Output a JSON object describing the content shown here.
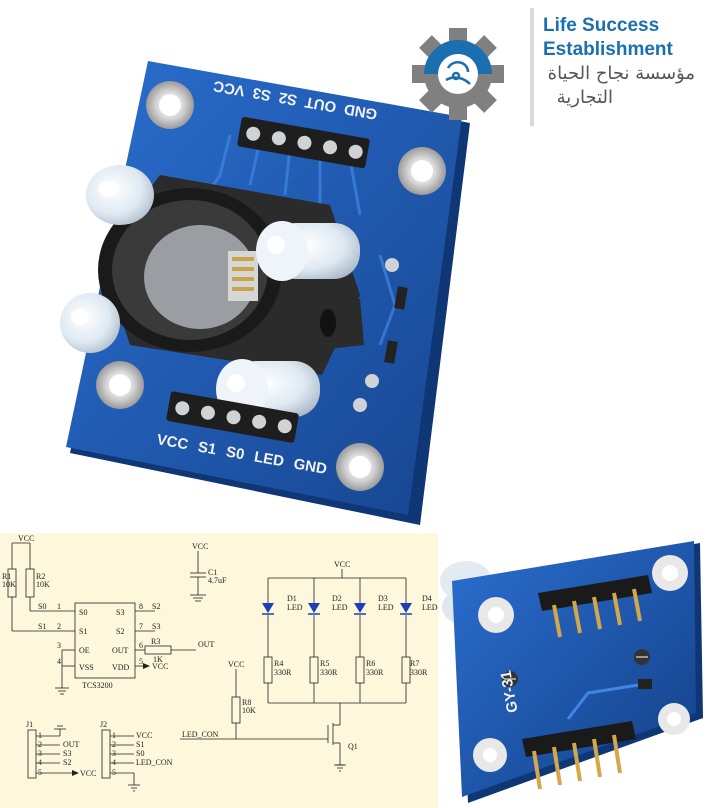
{
  "logo": {
    "line1": "Life Success",
    "line2": "Establishment",
    "arabic1": "مؤسسة نجاح الحياة",
    "arabic2": "التجارية",
    "gear_icon": "gear-icon",
    "colors": {
      "blue": "#1a6fb0",
      "gray": "#808080"
    }
  },
  "board_front": {
    "top_pins": [
      "GND",
      "OUT",
      "S2",
      "S3",
      "VCC"
    ],
    "bottom_pins": [
      "VCC",
      "S1",
      "S0",
      "LED",
      "GND"
    ],
    "colors": {
      "pcb": "#1d5cb4",
      "mount": "#2b2b2b"
    }
  },
  "board_back": {
    "marking": "GY-31"
  },
  "schematic": {
    "vcc": "VCC",
    "r1": "R1",
    "r1_val": "10K",
    "r2": "R2",
    "r2_val": "10K",
    "r3": "R3",
    "r3_val": "1K",
    "r4": "R4",
    "r4_val": "330R",
    "r5": "R5",
    "r5_val": "330R",
    "r6": "R6",
    "r6_val": "330R",
    "r7": "R7",
    "r7_val": "330R",
    "r8": "R8",
    "r8_val": "10K",
    "c1": "C1",
    "c1_val": "4.7uF",
    "ic": "TCS3200",
    "ic_pins_left": [
      "S0",
      "S1",
      "OE",
      "VSS"
    ],
    "ic_pins_right": [
      "S3",
      "S2",
      "OUT",
      "VDD"
    ],
    "ic_pin_nums_left": [
      "1",
      "2",
      "3",
      "4"
    ],
    "ic_pin_nums_right": [
      "8",
      "7",
      "6",
      "5"
    ],
    "net_s2": "S2",
    "net_s3": "S3",
    "net_out": "OUT",
    "net_s0": "S0",
    "net_s1": "S1",
    "leds": [
      "D1",
      "D2",
      "D3",
      "D4"
    ],
    "led_label": "LED",
    "led_con": "LED_CON",
    "q1": "Q1",
    "j1": "J1",
    "j2": "J2",
    "j1_pins": [
      "1",
      "2",
      "3",
      "4",
      "5"
    ],
    "j2_pins": [
      "1",
      "2",
      "3",
      "4",
      "5"
    ],
    "j1_nets": [
      "",
      "OUT",
      "S3",
      "S2",
      "VCC"
    ],
    "j2_nets": [
      "VCC",
      "S1",
      "S0",
      "LED_CON",
      ""
    ]
  }
}
